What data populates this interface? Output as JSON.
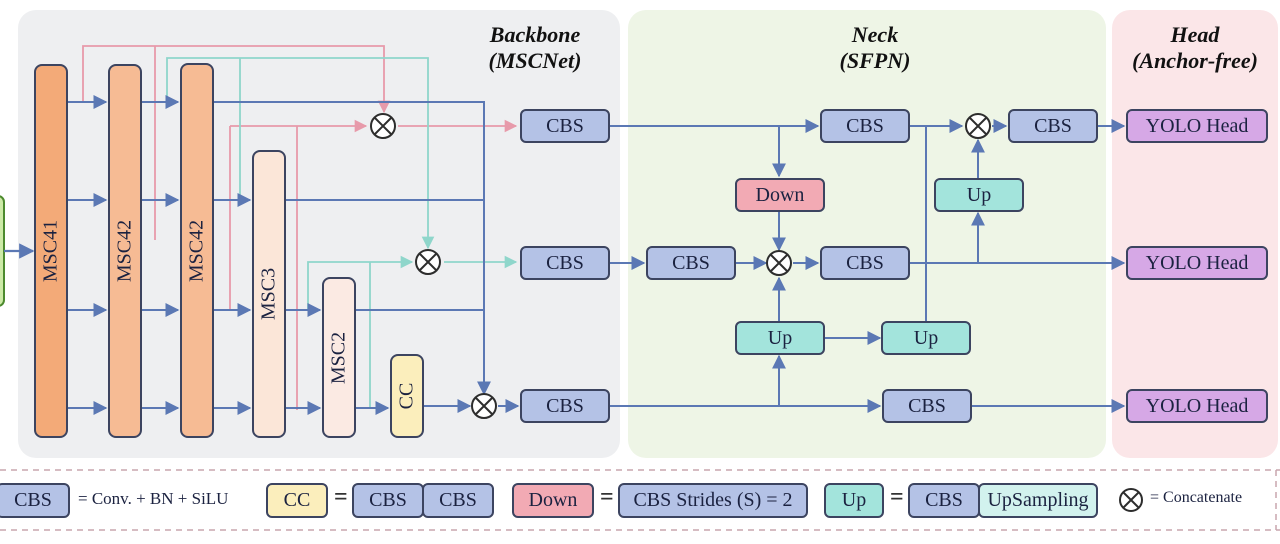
{
  "panels": {
    "backbone": {
      "title": "Backbone",
      "subtitle": "(MSCNet)",
      "color": "#eeeff1"
    },
    "neck": {
      "title": "Neck",
      "subtitle": "(SFPN)",
      "color": "#eef5e6"
    },
    "head": {
      "title": "Head",
      "subtitle": "(Anchor-free)",
      "color": "#fbe6e8"
    }
  },
  "backbone_blocks": [
    {
      "label": "MSC41"
    },
    {
      "label": "MSC42"
    },
    {
      "label": "MSC42"
    },
    {
      "label": "MSC3"
    },
    {
      "label": "MSC2"
    },
    {
      "label": "CC"
    }
  ],
  "backbone_outputs": [
    "CBS",
    "CBS",
    "CBS"
  ],
  "neck_blocks": {
    "cbs_top": "CBS",
    "cbs_mid_left": "CBS",
    "cbs_mid_right": "CBS",
    "cbs_top_right": "CBS",
    "cbs_bottom": "CBS",
    "down": "Down",
    "up_right": "Up",
    "up_left": "Up",
    "up_middle": "Up"
  },
  "head_blocks": [
    "YOLO Head",
    "YOLO Head",
    "YOLO Head"
  ],
  "colors": {
    "flow": "#5b78b4",
    "pink_line": "#e79aaa",
    "teal_line": "#8fd6cb",
    "cbs": "#b4c2e6",
    "down": "#f2aab4",
    "up": "#a3e4dc",
    "yolo": "#d6a8e6",
    "cc": "#fbeebc",
    "msc_dark": "#f3aa78",
    "msc_light": "#fbe9de",
    "input": "#cdeaa7"
  },
  "legend": {
    "cbs_label": "CBS",
    "cbs_def": "= Conv. + BN + SiLU",
    "cc_label": "CC",
    "cc_eq": "=",
    "cc_parts": [
      "CBS",
      "CBS"
    ],
    "down_label": "Down",
    "down_eq": "=",
    "down_def": "CBS Strides (S) = 2",
    "up_label": "Up",
    "up_eq": "=",
    "up_parts": [
      "CBS",
      "UpSampling"
    ],
    "concat_symbol": "⊗",
    "concat_def": "= Concatenate"
  }
}
